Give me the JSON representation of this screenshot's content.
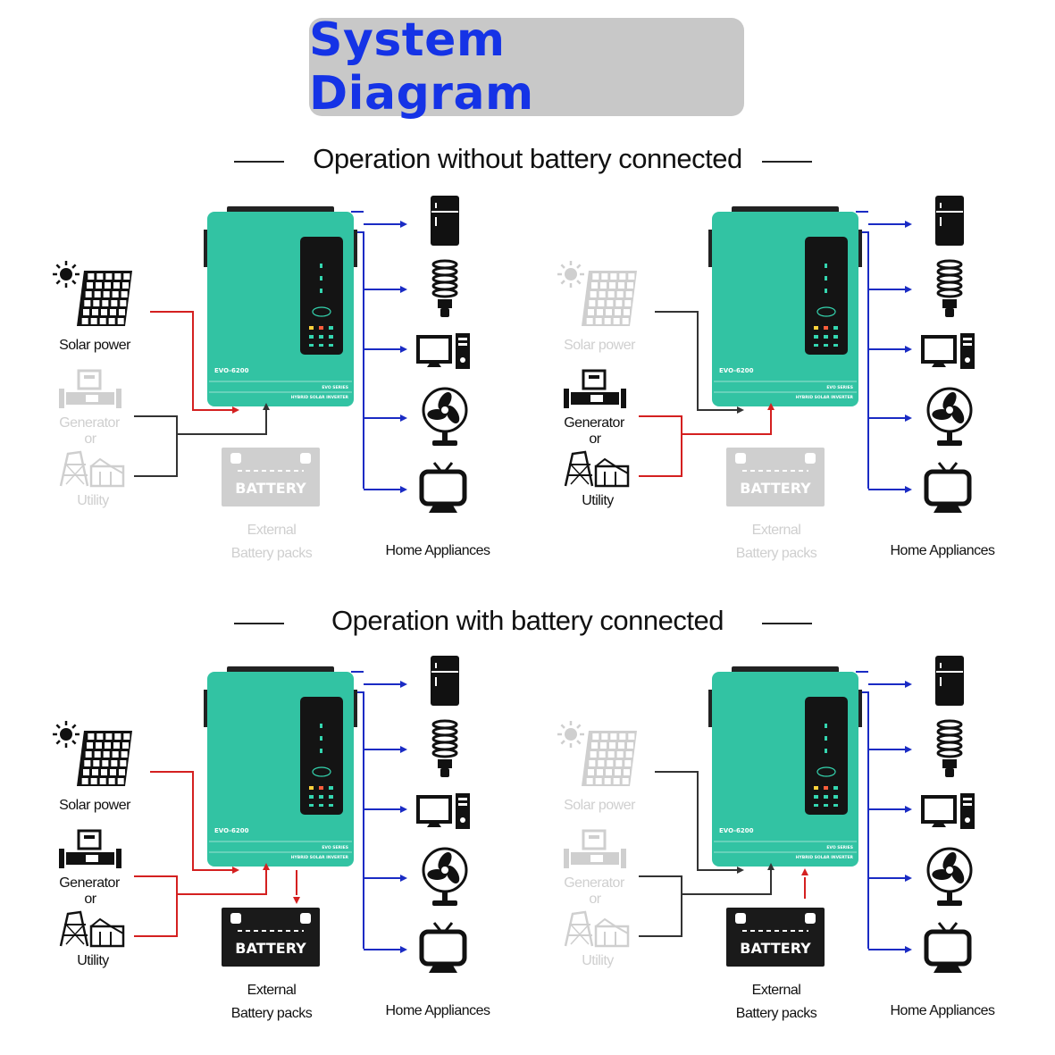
{
  "title": "System Diagram",
  "sections": [
    {
      "title": "Operation without battery connected"
    },
    {
      "title": "Operation with battery connected"
    }
  ],
  "labels": {
    "solar": "Solar power",
    "generator": "Generator",
    "or": "or",
    "utility": "Utility",
    "battery": "BATTERY",
    "external": "External",
    "battery_packs": "Battery packs",
    "home_appliances": "Home Appliances",
    "model": "EVO-6200",
    "series": "EVO SERIES",
    "type": "HYBRID SOLAR INVERTER"
  },
  "colors": {
    "inverter": "#32c3a3",
    "active_line": "#d42020",
    "inactive_line": "#333333",
    "output_line": "#1a2bc4",
    "dim": "#cfcfcf",
    "title_text": "#1533e6",
    "title_bg": "#c8c8c8"
  },
  "panels": [
    {
      "name": "solar-only",
      "solar": "active",
      "grid": "inactive",
      "battery": "dim"
    },
    {
      "name": "grid-only",
      "solar": "inactive",
      "grid": "active",
      "battery": "dim"
    },
    {
      "name": "solar-grid-charge",
      "solar": "active",
      "grid": "active",
      "battery": "charging"
    },
    {
      "name": "battery-discharge",
      "solar": "inactive",
      "grid": "inactive",
      "battery": "discharging"
    }
  ],
  "appliances": [
    "fridge-icon",
    "bulb-icon",
    "computer-icon",
    "fan-icon",
    "tv-icon"
  ]
}
